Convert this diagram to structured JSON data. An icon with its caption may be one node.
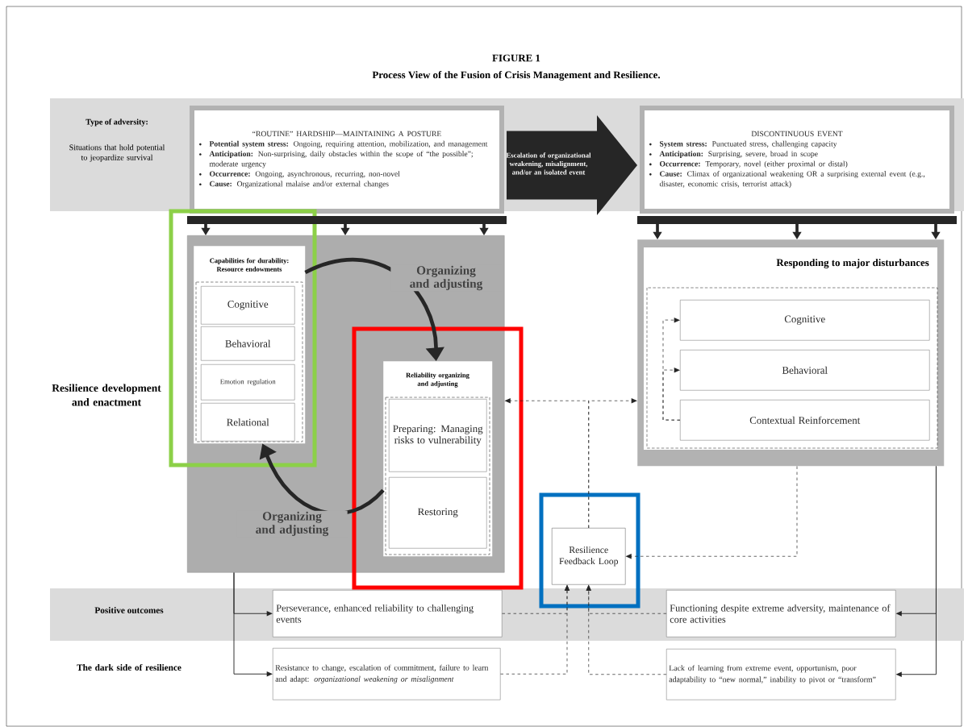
{
  "diagram": {
    "title": "Process View of the Fusion of Crisis Management and Resilience.",
    "nodes": [
      {
        "text": [
          "“ROUTINE” HARDSHIP—MAINTAINING A POSTURE",
          "**Potential system stress:** Ongoing, requiring attention, mobilization, and management",
          "**Anticipation:** Non-surprising, daily obstacles within the scope of “the possible”; moderate urgency",
          "**Occurrence:** Ongoing, asynchronous, recurring, non-novel",
          "**Cause:** Organizational malaise and/or external changes"
        ]
      },
      {
        "text": [
          "DISCONTINUOUS EVENT",
          "**System stress:** Punctuated stress, challenging capacity",
          "**Anticipation:** Surprising, severe, broad in scope",
          "**Occurrence:** Temporary, novel (either proximal or distal)",
          "**Cause:** Climax of organizational weakening OR a surprising external event (e.g., disaster, economic crisis, terrorist attack)"
        ]
      },
      {
        "text": [],
        "shape": "box"
      },
      {
        "text": [
          "Capabilities for durability: Resource endowments"
        ],
        "in": 2
      },
      {
        "text": [
          "Cognitive"
        ],
        "in": 3
      },
      {
        "text": [
          "Behavioral"
        ],
        "in": 3
      },
      {
        "text": [
          "Emotion regulation"
        ],
        "in": 3
      },
      {
        "text": [
          "Relational"
        ],
        "in": 3
      },
      {
        "text": [
          "Reliability organizing and adjusting"
        ],
        "in": 2
      },
      {
        "text": [
          "Preparing: Managing risks to vulnerability"
        ],
        "in": 8
      },
      {
        "text": [
          "Restoring"
        ],
        "in": 8
      },
      {
        "text": [
          "Responding to major disturbances"
        ]
      },
      {
        "text": [
          "Cognitive"
        ],
        "in": 11
      },
      {
        "text": [
          "Behavioral"
        ],
        "in": 11
      },
      {
        "text": [
          "Contextual Reinforcement"
        ],
        "in": 11
      },
      {
        "text": [
          "Resilience Feedback Loop"
        ]
      },
      {
        "text": [
          "Perseverance, enhanced reliability to challenging events"
        ]
      },
      {
        "text": [
          "Resistance to change, escalation of commitment, failure to learn and adapt: *organizational weakening or misalignment*"
        ]
      },
      {
        "text": [
          "Functioning despite extreme adversity, maintenance of core activities"
        ]
      },
      {
        "text": [
          "Lack of learning from extreme event, opportunism, poor adaptability to “new normal,” inability to pivot or “transform”"
        ]
      }
    ],
    "edges": [
      {
        "from": 0,
        "to": 1,
        "arrow": "to",
        "style": "thick",
        "label": "Escalation of organizational weakening, misalignment, and/or an isolated event"
      },
      {
        "from": 0,
        "to": 2,
        "arrow": "to",
        "style": "thick"
      },
      {
        "from": 1,
        "to": 11,
        "arrow": "to",
        "style": "thick"
      },
      {
        "from": 3,
        "to": 8,
        "arrow": "to",
        "style": "thick",
        "label": "Organizing and adjusting"
      },
      {
        "from": 8,
        "to": 3,
        "arrow": "to",
        "style": "thick",
        "label": "Organizing and adjusting"
      },
      {
        "from": 14,
        "to": 12,
        "arrow": "to",
        "style": "dashed"
      },
      {
        "from": 14,
        "to": 13,
        "arrow": "to",
        "style": "dashed"
      },
      {
        "from": 15,
        "to": 2,
        "arrow": "to",
        "style": "dashed"
      },
      {
        "from": 15,
        "to": 11,
        "arrow": "to",
        "style": "dashed"
      },
      {
        "from": 11,
        "to": 15,
        "arrow": "to",
        "style": "dashed"
      },
      {
        "from": 2,
        "to": 16,
        "arrow": "to"
      },
      {
        "from": 2,
        "to": 17,
        "arrow": "to"
      },
      {
        "from": 11,
        "to": 18,
        "arrow": "to"
      },
      {
        "from": 11,
        "to": 19,
        "arrow": "to"
      },
      {
        "from": 16,
        "to": 15,
        "arrow": "to",
        "style": "dashed"
      },
      {
        "from": 17,
        "to": 15,
        "arrow": "to",
        "style": "dashed"
      },
      {
        "from": 18,
        "to": 15,
        "arrow": "to",
        "style": "dashed"
      },
      {
        "from": 19,
        "to": 15,
        "arrow": "to",
        "style": "dashed"
      }
    ],
    "labels": [
      "FIGURE 1",
      "Type of adversity:",
      "Situations that hold potential to jeopardize survival",
      "Resilience development and enactment",
      "Positive outcomes",
      "The dark side of resilience"
    ]
  }
}
